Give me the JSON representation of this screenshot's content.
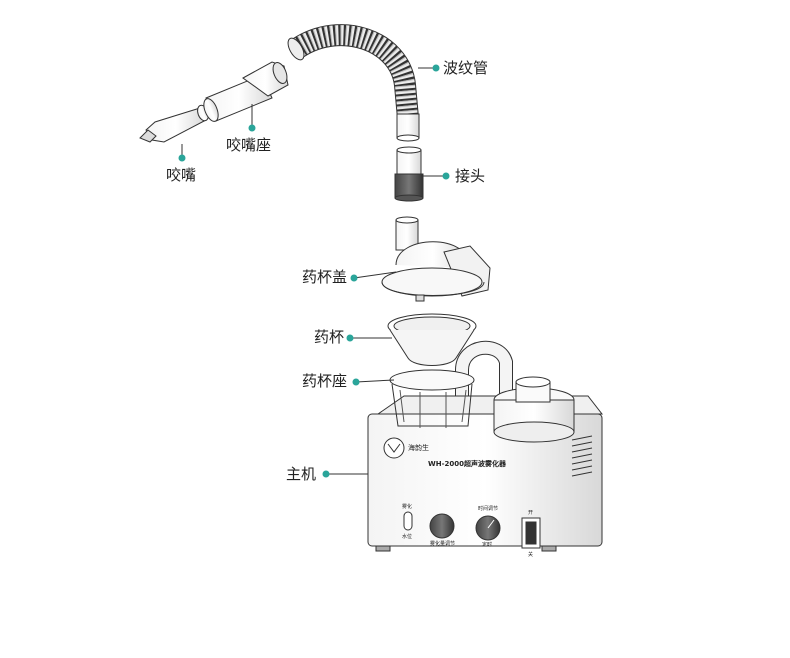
{
  "labels": {
    "corrugated_tube": "波纹管",
    "mouth_seat": "咬嘴座",
    "mouthpiece": "咬嘴",
    "connector": "接头",
    "cup_lid": "药杯盖",
    "cup": "药杯",
    "cup_seat": "药杯座",
    "main_unit": "主机"
  },
  "device": {
    "brand": "海韵生",
    "model_text": "WH-2000超声波雾化器",
    "power_switch": "开",
    "power_off": "关",
    "left_indicator": "雾化",
    "left_indicator_2": "水位",
    "knob1_label": "雾化量调节",
    "knob2_label": "时间调节",
    "knob2_sub": "定时"
  },
  "colors": {
    "accent": "#2aa59a",
    "line": "#333333"
  }
}
